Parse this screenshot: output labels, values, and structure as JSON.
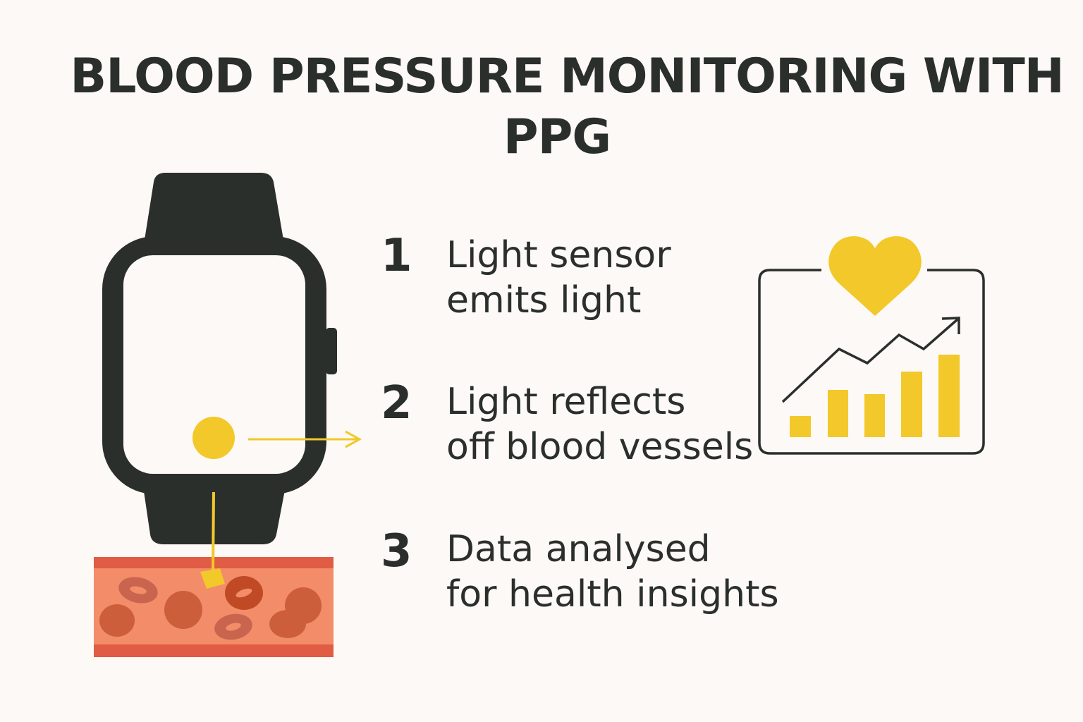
{
  "title": {
    "line1": "BLOOD PRESSURE MONITORING WITH",
    "line2": "PPG"
  },
  "steps": [
    {
      "number": "1",
      "line1": "Light sensor",
      "line2": "emits light"
    },
    {
      "number": "2",
      "line1": "Light reflects",
      "line2": "off blood vessels"
    },
    {
      "number": "3",
      "line1": "Data analysed",
      "line2": "for health insights"
    }
  ],
  "colors": {
    "dark": "#2b2f2c",
    "yellow": "#f2c82a",
    "vessel": "#f38c68",
    "vessel_wall": "#e05c44",
    "background": "#fdf9f6"
  }
}
